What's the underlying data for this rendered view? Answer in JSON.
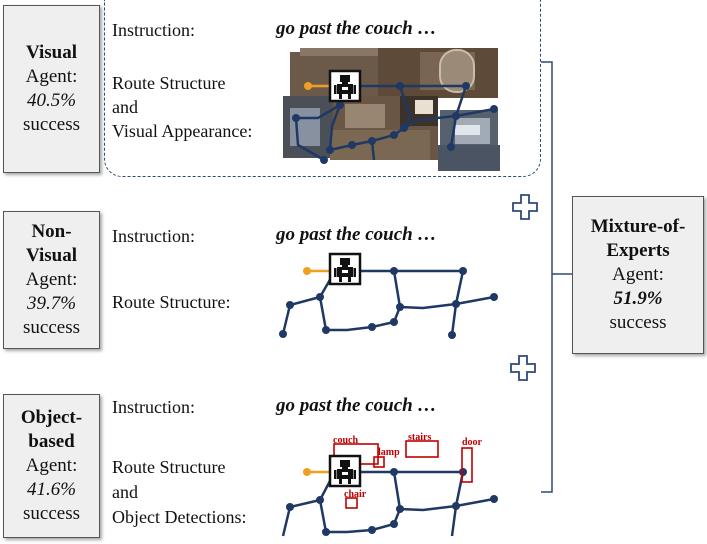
{
  "agents": [
    {
      "name_lines": [
        "Visual"
      ],
      "label": "Agent:",
      "pct": "40.5%",
      "status": "success"
    },
    {
      "name_lines": [
        "Non-",
        "Visual"
      ],
      "label": "Agent:",
      "pct": "39.7%",
      "status": "success"
    },
    {
      "name_lines": [
        "Object-",
        "based"
      ],
      "label": "Agent:",
      "pct": "41.6%",
      "status": "success"
    }
  ],
  "moe": {
    "name_lines": [
      "Mixture-of-",
      "Experts"
    ],
    "label": "Agent:",
    "pct": "51.9%",
    "status": "success"
  },
  "rows": [
    {
      "instruction_label": "Instruction:",
      "instruction_text": "go past the couch   …",
      "desc_lines": [
        "Route Structure",
        "and",
        "Visual Appearance:"
      ]
    },
    {
      "instruction_label": "Instruction:",
      "instruction_text": "go past the couch   …",
      "desc_lines": [
        "Route Structure:"
      ]
    },
    {
      "instruction_label": "Instruction:",
      "instruction_text": "go past the couch   …",
      "desc_lines": [
        "Route Structure",
        "and",
        "Object Detections:"
      ]
    }
  ],
  "objects": [
    "couch",
    "lamp",
    "stairs",
    "door",
    "chair"
  ],
  "colors": {
    "graph": "#1f3864",
    "start": "#f0a020",
    "object": "#c00000",
    "panel_border": "#2e4a7a",
    "plus": "#2e4a7a"
  }
}
